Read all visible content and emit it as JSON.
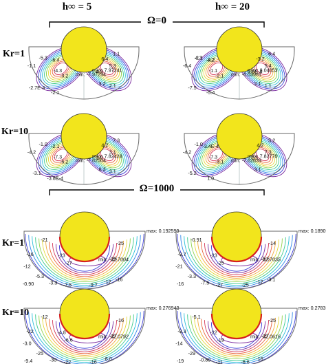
{
  "header": {
    "h_left": "h∞ = 5",
    "h_right": "h∞ = 20",
    "omega_top": "Ω=0",
    "omega_bottom": "Ω=1000"
  },
  "rows": {
    "r1": "Kr=1",
    "r2": "Kr=10",
    "r3": "Kr=1",
    "r4": "Kr=10"
  },
  "panels": [
    {
      "id": "p1",
      "minmax": [
        "min: -7.97294",
        "max: 7.97241"
      ],
      "labels": [
        "-5.3",
        "-6.4",
        "-1.1",
        "-4.3",
        "-2.7E-4",
        "-3.2",
        "-2.1",
        "6.4",
        "4.3",
        "5.3",
        "1.1",
        "3.2",
        "2.1"
      ]
    },
    {
      "id": "p2",
      "minmax": [
        "min: -8.03981",
        "max: 8.04053"
      ],
      "labels": [
        "-2.1",
        "-4.2",
        "-6.4",
        "-1.1",
        "-7.5",
        "-2.1",
        "-5.4",
        "-3.2",
        "3.6E-4",
        "5.4",
        "6.4",
        "2.1",
        "1.1",
        "4.3",
        "3.2"
      ]
    },
    {
      "id": "p3",
      "minmax": [
        "min: -7.82504",
        "max: 7.82428"
      ],
      "labels": [
        "-1.0",
        "-2.1",
        "-4.2",
        "-7.3",
        "-3.1",
        "-5.2",
        "-3.8E-4",
        "4.2",
        "1.0",
        "3.1",
        "7.3",
        "6.3",
        "3.1"
      ]
    },
    {
      "id": "p4",
      "minmax": [
        "min: -7.82839",
        "max: 7.82770"
      ],
      "labels": [
        "-1.0",
        "-3.4E-4",
        "-4.2",
        "-7.3",
        "-5.2",
        "-3.1",
        "1.0",
        "4.2",
        "2.1",
        "7.3",
        "5.2",
        "3.1"
      ]
    },
    {
      "id": "p5",
      "minmax": [
        "min: -32.7004",
        "max: 0.192599"
      ],
      "labels": [
        "-21",
        "-16",
        "-12",
        "-25",
        "-23",
        "-27",
        "-25",
        "-5.3",
        "-0.90",
        "-3.3",
        "-7.5",
        "-9.7",
        "-12",
        "-16"
      ]
    },
    {
      "id": "p6",
      "minmax": [
        "min: -32.7035",
        "max: 0.189098"
      ],
      "labels": [
        "-0.91",
        "-9.7",
        "-21",
        "-14",
        "-23",
        "-25",
        "-5.5",
        "-3.3",
        "-16",
        "-7.5",
        "-27",
        "-25",
        "-12",
        "-3.1"
      ]
    },
    {
      "id": "p7",
      "minmax": [
        "min: -32.0792",
        "max: 0.276943"
      ],
      "labels": [
        "-12",
        "-22",
        "-3.0",
        "-16",
        "-4.8",
        "-6.6",
        "-27",
        "-25",
        "-9.4",
        "-30",
        "-22",
        "-16",
        "-8.0"
      ]
    },
    {
      "id": "p8",
      "minmax": [
        "min: -32.0616",
        "max: 0.278397"
      ],
      "labels": [
        "-5.1",
        "-3.3",
        "-14",
        "-25",
        "-22",
        "-19",
        "-27",
        "-29",
        "-19",
        "-0.80",
        "-11",
        "-6.6",
        "-16"
      ]
    }
  ]
}
